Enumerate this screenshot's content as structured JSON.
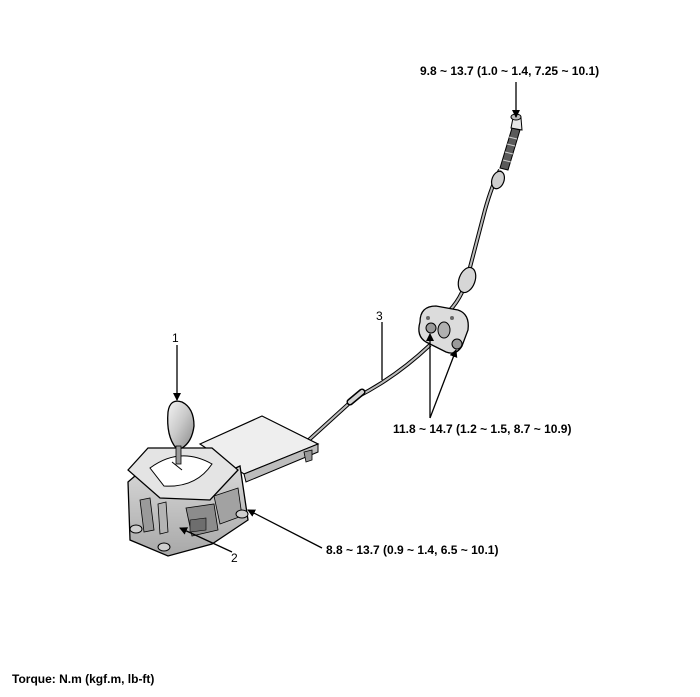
{
  "callouts": {
    "item_1": "1",
    "item_2": "2",
    "item_3": "3"
  },
  "torque_specs": {
    "cable_end_nut": "9.8 ~ 13.7 (1.0 ~ 1.4, 7.25 ~ 10.1)",
    "bracket_bolts": "11.8 ~ 14.7 (1.2 ~ 1.5, 8.7 ~ 10.9)",
    "lever_assembly_bolts": "8.8 ~ 13.7 (0.9 ~ 1.4, 6.5 ~ 10.1)"
  },
  "footer": {
    "torque_units": "Torque: N.m (kgf.m, lb-ft)"
  }
}
